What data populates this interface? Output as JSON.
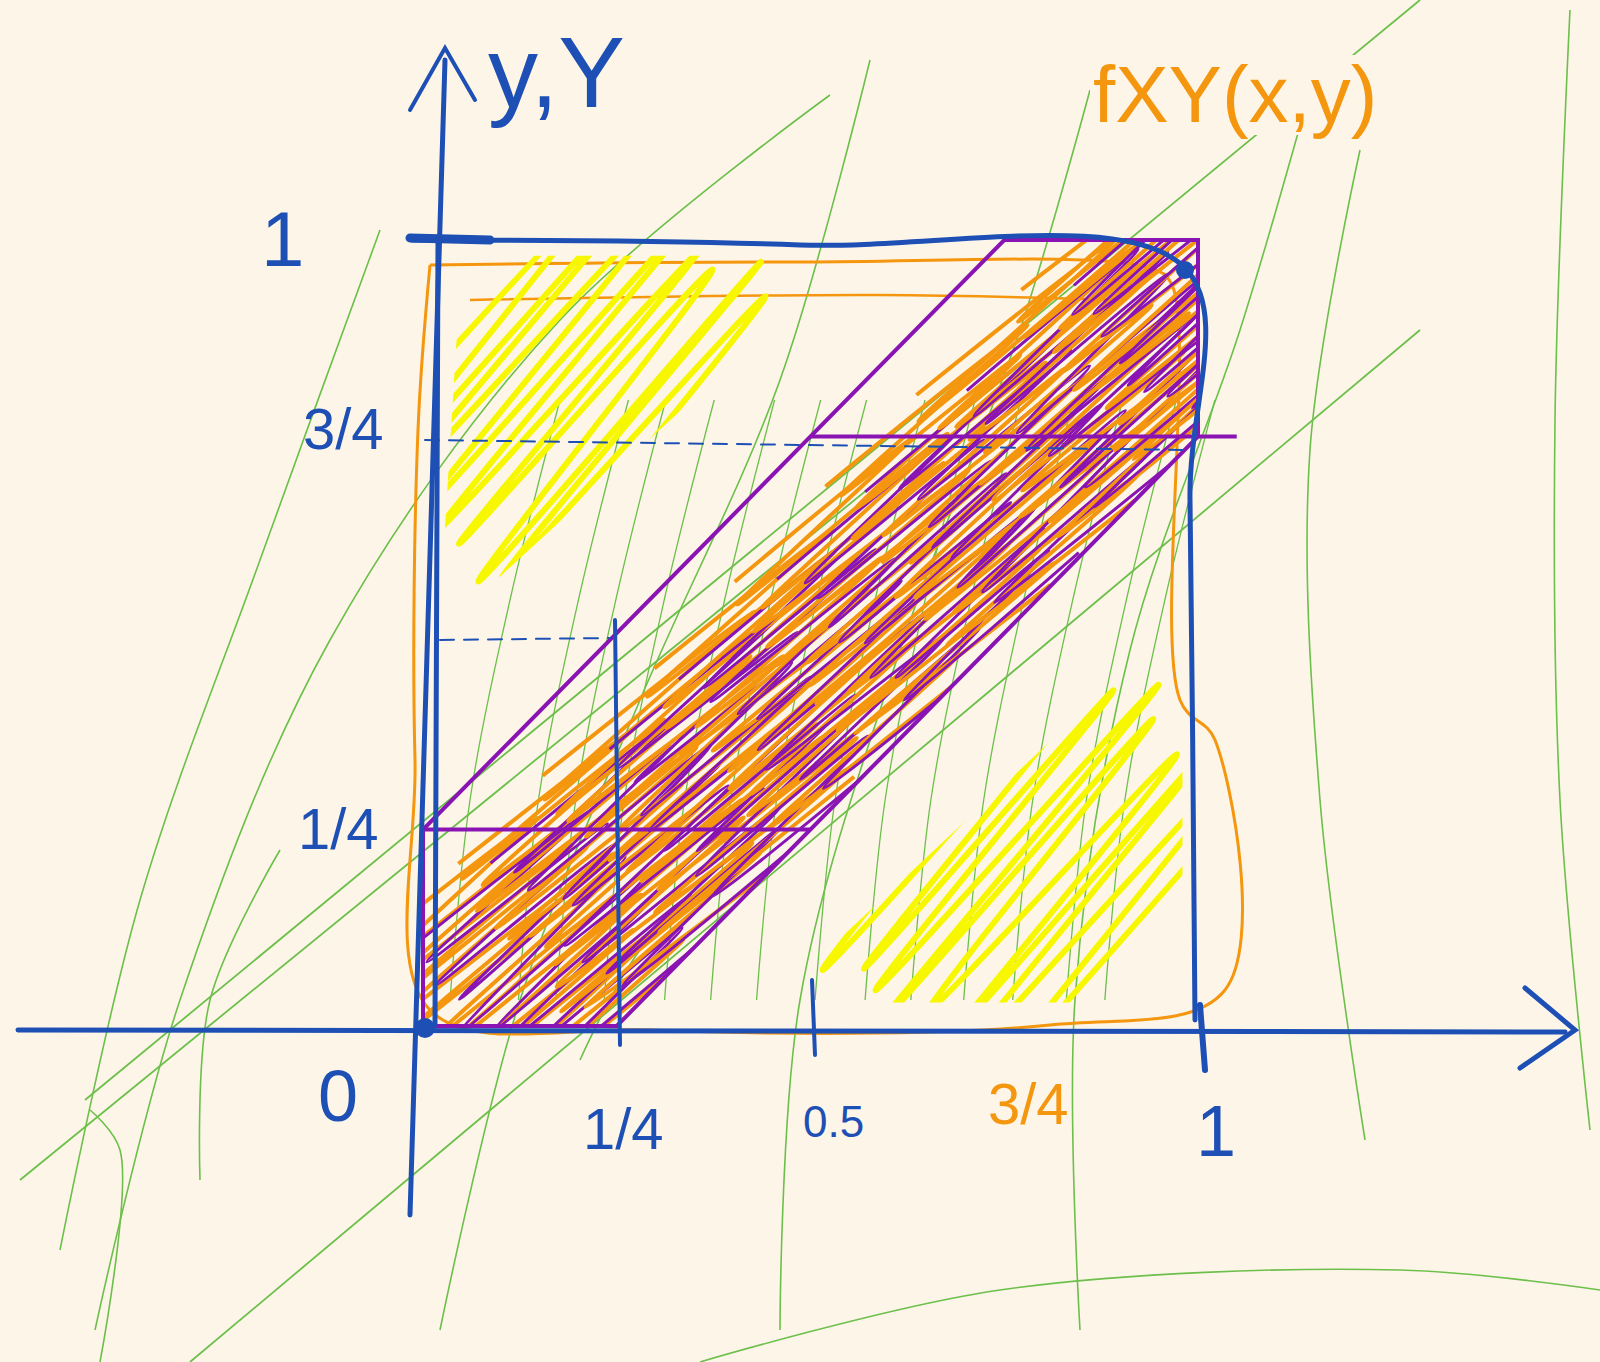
{
  "diagram": {
    "labels": [
      "y,Y",
      "1",
      "3/4",
      "1/4",
      "0",
      "1/4",
      "0.5",
      "3/4",
      "1",
      "fXY(x,y)"
    ]
  }
}
